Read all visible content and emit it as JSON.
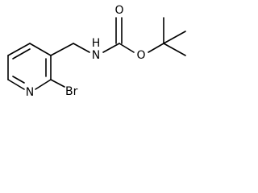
{
  "atoms": {
    "nitrogen_ring": "N",
    "bromine": "Br",
    "nitrogen_amine": "N",
    "amine_hydrogen": "H",
    "oxygen_carbonyl": "O",
    "oxygen_ester": "O"
  },
  "colors": {
    "bond": "#000000",
    "background": "#ffffff"
  }
}
